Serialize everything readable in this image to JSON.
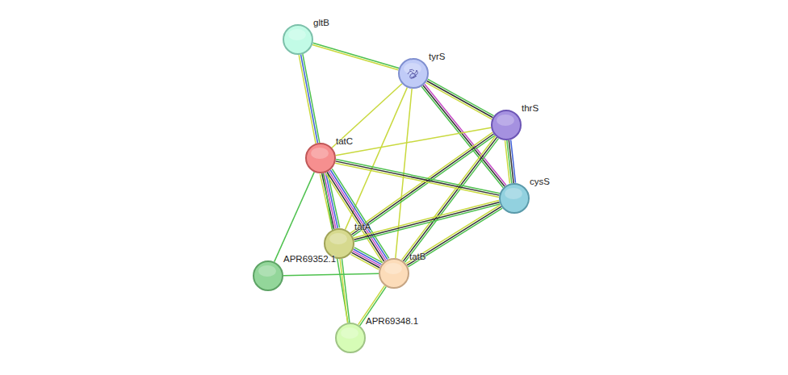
{
  "diagram": {
    "nodes": [
      {
        "text": [
          "gltB"
        ]
      },
      {
        "text": [
          "tyrS"
        ]
      },
      {
        "text": [
          "thrS"
        ]
      },
      {
        "text": [
          "tatC"
        ]
      },
      {
        "text": [
          "cysS"
        ]
      },
      {
        "text": [
          "tatA"
        ]
      },
      {
        "text": [
          "APR69352.1"
        ]
      },
      {
        "text": [
          "tatB"
        ]
      },
      {
        "text": [
          "APR69348.1"
        ]
      }
    ],
    "edges": [
      {
        "from": 0,
        "to": 1,
        "arrow": "none"
      },
      {
        "from": 0,
        "to": 3,
        "arrow": "none"
      },
      {
        "from": 1,
        "to": 2,
        "arrow": "none"
      },
      {
        "from": 1,
        "to": 4,
        "arrow": "none"
      },
      {
        "from": 1,
        "to": 3,
        "arrow": "none"
      },
      {
        "from": 1,
        "to": 5,
        "arrow": "none"
      },
      {
        "from": 1,
        "to": 7,
        "arrow": "none"
      },
      {
        "from": 2,
        "to": 4,
        "arrow": "none"
      },
      {
        "from": 2,
        "to": 3,
        "arrow": "none"
      },
      {
        "from": 2,
        "to": 5,
        "arrow": "none"
      },
      {
        "from": 2,
        "to": 7,
        "arrow": "none"
      },
      {
        "from": 3,
        "to": 4,
        "arrow": "none"
      },
      {
        "from": 3,
        "to": 5,
        "arrow": "none"
      },
      {
        "from": 3,
        "to": 7,
        "arrow": "none"
      },
      {
        "from": 3,
        "to": 6,
        "arrow": "none"
      },
      {
        "from": 3,
        "to": 8,
        "arrow": "none"
      },
      {
        "from": 4,
        "to": 5,
        "arrow": "none"
      },
      {
        "from": 4,
        "to": 7,
        "arrow": "none"
      },
      {
        "from": 5,
        "to": 7,
        "arrow": "none"
      },
      {
        "from": 5,
        "to": 8,
        "arrow": "none"
      },
      {
        "from": 7,
        "to": 8,
        "arrow": "none"
      },
      {
        "from": 6,
        "to": 7,
        "arrow": "none"
      }
    ]
  }
}
